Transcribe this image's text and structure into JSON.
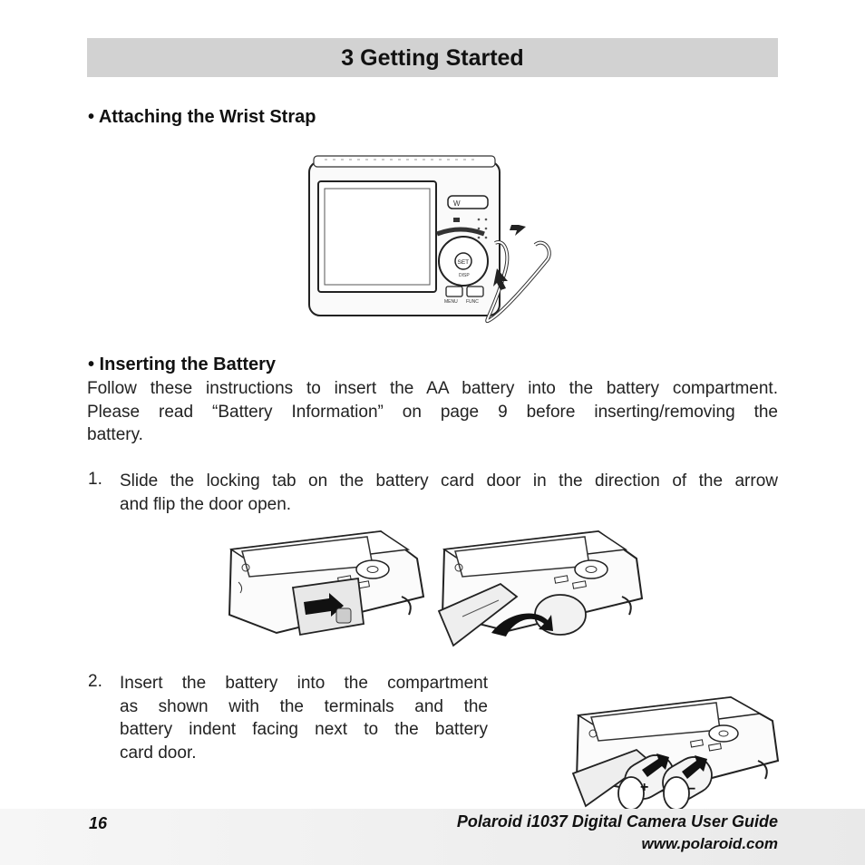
{
  "header": {
    "title": "3 Getting Started"
  },
  "section_strap": {
    "heading": "• Attaching the Wrist Strap"
  },
  "section_battery": {
    "heading": "• Inserting the Battery",
    "intro_lines": [
      "Follow these instructions to insert the AA battery into the battery compartment.",
      "Please read “Battery Information” on page 9 before inserting/removing the",
      "battery."
    ],
    "steps": [
      {
        "number": "1.",
        "lines": [
          "Slide the locking tab on the battery card door in the direction of the arrow",
          "and flip the door open."
        ]
      },
      {
        "number": "2.",
        "lines": [
          "Insert the battery into the compartment",
          "as shown with the terminals and the",
          "battery indent facing next to the battery",
          "card door."
        ]
      }
    ]
  },
  "camera_labels": {
    "menu": "MENU",
    "func": "FUNC",
    "set": "SET",
    "disp": "DISP"
  },
  "footer": {
    "page_number": "16",
    "guide_title": "Polaroid i1037 Digital Camera User Guide",
    "website": "www.polaroid.com"
  }
}
